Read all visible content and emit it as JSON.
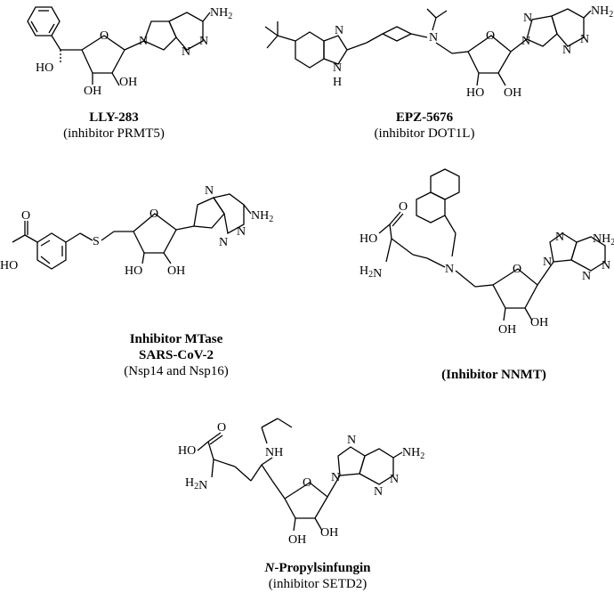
{
  "compounds": [
    {
      "name": "LLY-283",
      "target": "(inhibitor PRMT5)",
      "atoms": {
        "amine": "NH2",
        "n1": "N",
        "n2": "N",
        "n3": "N",
        "ring_o": "O",
        "oh1": "HO",
        "oh2": "OH",
        "oh3": "OH"
      }
    },
    {
      "name": "EPZ-5676",
      "target": "(inhibitor DOT1L)",
      "atoms": {
        "amine": "NH2",
        "n_a": "N",
        "n_b": "N",
        "n_c": "N",
        "n_d": "N",
        "n_link": "N",
        "n_bzim": "N",
        "nh_bzim": "N",
        "h_bzim": "H",
        "ring_o": "O",
        "oh1": "HO",
        "oh2": "OH"
      }
    },
    {
      "name_line1": "Inhibitor MTase",
      "name_line2": "SARS-CoV-2",
      "target": "(Nsp14 and Nsp16)",
      "atoms": {
        "amine": "NH2",
        "n_a": "N",
        "n_b": "N",
        "n_c": "N",
        "s": "S",
        "ring_o": "O",
        "acid_o": "O",
        "acid_ho": "HO",
        "oh1": "HO",
        "oh2": "OH"
      }
    },
    {
      "name": "(Inhibitor NNMT)",
      "atoms": {
        "amine": "NH2",
        "n_a": "N",
        "n_b": "N",
        "n_c": "N",
        "n_d": "N",
        "n_link": "N",
        "acid_ho": "HO",
        "acid_o": "O",
        "h2n": "H2N",
        "ring_o": "O",
        "oh1": "OH",
        "oh2": "OH"
      }
    },
    {
      "name_prefix": "N",
      "name_rest": "-Propylsinfungin",
      "target": "(inhibitor SETD2)",
      "atoms": {
        "amine": "NH2",
        "n_a": "N",
        "n_b": "N",
        "n_c": "N",
        "n_d": "N",
        "nh": "NH",
        "acid_ho": "HO",
        "acid_o": "O",
        "h2n": "H2N",
        "ring_o": "O",
        "oh1": "OH",
        "oh2": "OH"
      }
    }
  ]
}
